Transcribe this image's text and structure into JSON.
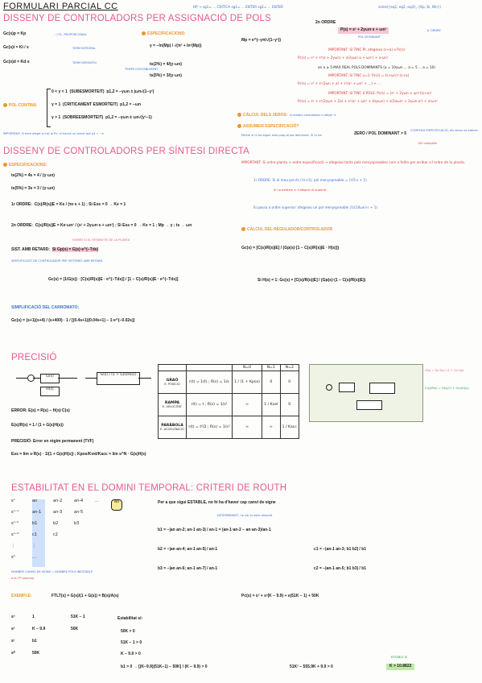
{
  "header": {
    "title": "FORMULARI PARCIAL CC",
    "hp_line": "HP → sg1= ... CRITICA   sg1= ... ENTER   sg1= ... ENTER",
    "solve_note": "solve({eq1, eq2, eq3}, {Kp, Ki, Wn})"
  },
  "sec_poles": {
    "title": "DISSENY DE CONTROLADORS PER ASSIGNACIÓ DE POLS",
    "gc_p": "Gc(s)p = Kp",
    "gc_p_note": ": CTL. PROPORCIONAL",
    "gc_pi": "Gc(s)i = Ki / s",
    "gc_pi_note": "TERM INTEGRAL",
    "gc_pd": "Gc(s)d = Kd·s",
    "gc_pd_note": "TERM DERIVATIU",
    "spec_title": "ESPECIFICACIONS:",
    "spec_formulas": [
      "γ = −ln(Mp) / √(π² + ln²(Mp))",
      "Mp = e^(−γπ/√(1−γ²))",
      "ts(2%) = 4/(γ·ωn)",
      "ts(5%) = 3/(γ·ωn)"
    ],
    "spec_note": "TEMPS D'ESTABLIMENT",
    "cases": [
      {
        "cond": "0 < γ < 1",
        "name": "(SUBESMORTEIT)",
        "poles": "p1,2 = −γωn ± jωn√(1−γ²)"
      },
      {
        "cond": "γ = 1",
        "name": "(CRITICAMENT ESMORTEIT)",
        "poles": "p1,2 = −ωn"
      },
      {
        "cond": "γ > 1",
        "name": "(SOBREESMORTEIT)",
        "poles": "p1,2 = −γωn ± ωn√(γ²−1)"
      }
    ],
    "pol_continu": "POL CONTINU",
    "important_note": "IMPORTANT: Si hem afegit (s+a) al Pc: hi haurà un tercer pol p3 = −a",
    "order2_title": "2n ORDRE",
    "order2_formula": "P(s) = s² + 2γωn·s + ωn²",
    "pol_dominant": "POL DOMINANT",
    "order1_note": "1r ORDRE",
    "important_lines": [
      "IMPORTANT: SI TINC PI, afegeixo (s+a) a Pc(s)",
      "Pc(s) = s³ + s²(a + 2γωn) + s(2γωn·a + ωn²) + a·ωn²",
      "on a ≥ 5·MAX REAL POLS DOMINANTS (a = 10γωn ... a = 5 ... a = 10)",
      "IMPORTANT: SI TINC γ=1: Pc(s) = (s+ωn)²·(s+a)",
      "Pc(s) = s³ + s²(2ωn + a) + s²(a² + ωn² + ...) + ...",
      "IMPORTANT: SI TINC 4 POLS: Pc(s) = (s² + 2γωn + ωn²)(s+a)²",
      "Pc(s) = s⁴ + s³(2γωn + 2a) + s²(a² + ωn² + 4aγωn) + s(2aωn² + 2γωn·a²) + a²ωn²"
    ],
    "calc_zeros": "CÀLCUL DELS ZEROS:",
    "calc_zeros_note": "si mateix controlador o afegir 's'",
    "assumeix": "ASSUMEIX ESPECIFICACIÓ?",
    "assumeix_note": "Mirem si hi ha algun zero prop al pol dominant. Si hi ha:",
    "zero_ratio": "ZERO / POL DOMINANT > 5",
    "complex_note": "COMPLEIX ESPECIFICACIÓ, els zeros no alteren",
    "no_note": "NO compleix"
  },
  "sec_synth": {
    "title": "DISSENY DE CONTROLADORS PER SÍNTESI DIRECTA",
    "spec_title": "ESPECIFICACIONS:",
    "ts2": "ts(2%) = 4s = 4 / (γ·ωn)",
    "ts5": "ts(5%) = 3s = 3 / (γ·ωn)",
    "order1": "1r ORDRE:",
    "order1_f": "C(s)/R(s)|E = Ke / (τe·s + 1)",
    "order1_r": "; Si Ess = 0 → Ke = 1",
    "order2": "2n ORDRE:",
    "order2_f": "C(s)/R(s)|E = Ke·ωn² / (s² + 2γωn·s + ωn²)",
    "order2_r": "; Si Ess = 0 → Ke = 1 ; Mp → γ ; ts → ωn",
    "retard_note": "NOMÉS SI EL RETARD ÉS DE LA PLANTA",
    "sist_retard": "SIST. AMB RETARD:",
    "sist_retard_f": "Si Gp(s) = G(s)·e^(−Tds)",
    "simplif1": "SIMPLIFICACIÓ DE CONTROLADOR PER SISTEMES AMB RETARD",
    "gc_formula": "Gc(s) = (1/G(s)) · [C(s)/R(s)|E · e^(−Tds)] / [1 − C(s)/R(s)|E · e^(−Tds)]",
    "simplif2": "SIMPLIFICACIÓ DEL CARROMATO:",
    "carromato": "Gc(s) = (s+1)(s+4) / (s+400) · 1 / [(0.4s+1)(0.04s+1) − 1·e^(−0.02s)]",
    "important_right": [
      "IMPORTANT: Si ordre planta + ordre especificació → afegeixo tants pols menyspreables com a faltin per arribar a l'ordre de la planta.",
      "1r ORDRE: Si el meu pol és (τs+1), pol menyspreable = (τ/5·s + 1)",
      "Si no existeix τ: s'afegeix al quadrat",
      "Si passa a ordre superior: afegeixo un pol menyspreable (1/(10ωn)·s + 1)"
    ],
    "calc_title": "CÀLCUL DEL REGULADOR/CONTROLADOR",
    "calc_formula": "Gc(s) = [C(s)/R(s)|E] / (Gp(s)·[1 − C(s)/R(s)|E · H(s)])",
    "h1_formula": "Si H(s) = 1: Gc(s) = [C(s)/R(s)|E] / (Gp(s)·(1 − C(s)/R(s)|E))"
  },
  "sec_precisio": {
    "title": "PRECISIÓ",
    "block_g": "G(s)",
    "block_h": "H(s)",
    "block_eq": "G(s) / (1 + G(s)H(s))",
    "error_line": "ERROR: E(s) = R(s) − H(s)·C(s)",
    "e_over_r": "E(s)/R(s) = 1 / (1 + G(s)H(s))",
    "precisio_line": "PRECISIÓ: Error en règim permanent (TVF)",
    "ess_line": "Ess = lim s·R(s) · 1/(1 + G(s)H(s)) ; Kpos/Kvel/Kacc = lim s^N · G(s)H(s)",
    "right_caption_1": "G(s) = Gc·Gp / (1 + Gc·Gp)",
    "right_caption_2": "C(s)/R(s) = G(s)/(1 + G(s)H(s))",
    "table": {
      "headers": [
        "",
        "",
        "N=0",
        "N=1",
        "N=2"
      ],
      "rows": [
        {
          "name": "GRAÓ",
          "sub": "E. POSICIÓ",
          "input": "r(t) = 1(t) ; R(s) = 1/s",
          "c0": "1 / (1 + Kpos)",
          "c1": "0",
          "c2": "0"
        },
        {
          "name": "RAMPA",
          "sub": "E. VELOCITAT",
          "input": "r(t) = t ; R(s) = 1/s²",
          "c0": "∞",
          "c1": "1 / Kvel",
          "c2": "0"
        },
        {
          "name": "PARÀBOLA",
          "sub": "E. ACCELERACIÓ",
          "input": "r(t) = t²/2 ; R(s) = 1/s³",
          "c0": "∞",
          "c1": "∞",
          "c2": "1 / Kacc"
        }
      ]
    }
  },
  "sec_routh": {
    "title": "ESTABILITAT EN EL DOMINI TEMPORAL: CRITERI DE ROUTH",
    "stable_note": "Per a que sigui ESTABLE, no hi ha d'haver cap canvi de signe",
    "routh_rows": [
      [
        "sⁿ",
        "an",
        "an-2",
        "an-4",
        "…",
        "a0"
      ],
      [
        "sⁿ⁻¹",
        "an-1",
        "an-3",
        "an-5",
        "…",
        ""
      ],
      [
        "sⁿ⁻²",
        "b1",
        "b2",
        "b3",
        "",
        ""
      ],
      [
        "sⁿ⁻³",
        "c1",
        "c2",
        "",
        "",
        ""
      ],
      [
        "⋮",
        "⋮",
        "",
        "",
        "",
        ""
      ],
      [
        "s⁰",
        "…",
        "",
        "",
        "",
        ""
      ]
    ],
    "count_note": "NOMBRE CANVIS DE SIGNE = NOMBRE POLS INESTABLE",
    "count_sub": "a la 1ª columna",
    "b1": "b1 = −|an an-2; an-1 an-3| / an-1 = (an-1·an-2 − an·an-3)/an-1",
    "b2": "b2 = −|an an-4; an-1 an-5| / an-1",
    "b3": "b3 = −|an an-6; an-1 an-7| / an-1",
    "c1": "c1 = −|an-1 an-3; b1 b2| / b1",
    "c2": "c2 = −|an-1 an-5; b1 b3| / b1",
    "det_note": "DETERMINANT, no val el valor absolut",
    "exemple": "EXEMPLE:",
    "ftlt": "FTLT(s) = G(s)/(1 + G(s)) = B(s)/A(s)",
    "pc": "Pc(s) = s³ + s²(K − 9.9) + s(51K − 1) + 50K",
    "ex_rows": [
      [
        "s³",
        "1",
        "51K − 1"
      ],
      [
        "s²",
        "K − 9.9",
        "50K"
      ],
      [
        "s¹",
        "b1",
        ""
      ],
      [
        "s⁰",
        "50K",
        ""
      ]
    ],
    "estab_si": "Estabilitat si:",
    "conds": [
      "50K > 0",
      "51K − 1 > 0",
      "K − 9.9 > 0"
    ],
    "b1_cond": "b1 > 0 → [(K−9.9)(51K−1) − 50K] / (K − 9.9) > 0",
    "final": "51K² − 555.9K + 9.9 > 0",
    "result_label": "ESTABLE SI",
    "result": "K > 10.8822"
  },
  "colors": {
    "accent": "#e65a8e",
    "orange": "#f0952a",
    "blue": "#3a6fd8",
    "red": "#d83a3a",
    "green": "#2e9a4a"
  }
}
